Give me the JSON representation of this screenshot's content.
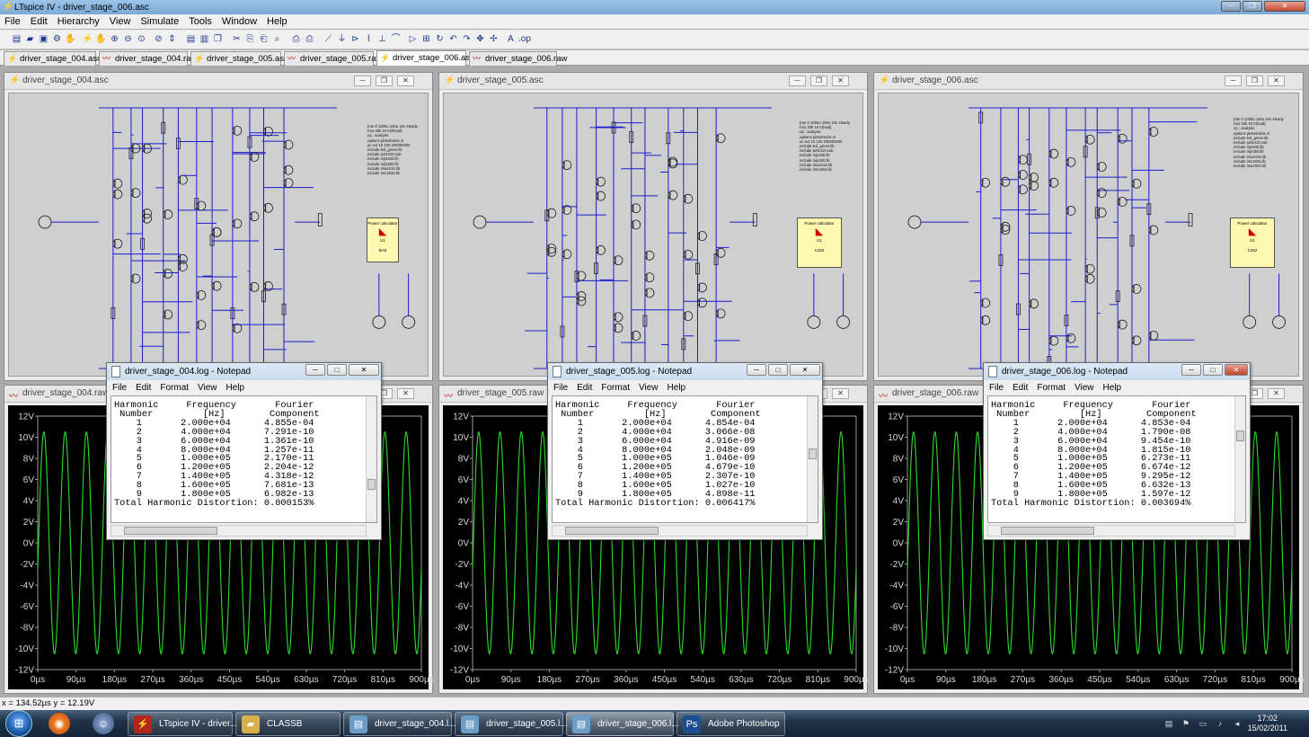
{
  "window": {
    "title": "LTspice IV - driver_stage_006.asc",
    "min": "─",
    "max": "❐",
    "close": "✕"
  },
  "menu": [
    "File",
    "Edit",
    "Hierarchy",
    "View",
    "Simulate",
    "Tools",
    "Window",
    "Help"
  ],
  "toolbar_icons": [
    "new-schematic-icon",
    "open-icon",
    "save-icon",
    "control-panel-icon",
    "pan-icon",
    "run-icon",
    "halt-icon",
    "zoom-in-icon",
    "zoom-out-icon",
    "zoom-fit-icon",
    "zoom-cancel-icon",
    "autorange-icon",
    "tile-horizontal-icon",
    "tile-vertical-icon",
    "cascade-icon",
    "cut-icon",
    "copy-icon",
    "paste-icon",
    "find-icon",
    "print-setup-icon",
    "print-icon",
    "wire-icon",
    "ground-icon",
    "label-icon",
    "resistor-icon",
    "capacitor-icon",
    "inductor-icon",
    "diode-icon",
    "component-icon",
    "rotate-icon",
    "undo-icon",
    "redo-icon",
    "move-icon",
    "drag-icon",
    "text-icon",
    "spice-directive-icon"
  ],
  "tabs": [
    {
      "label": "driver_stage_004.asc",
      "kind": "asc",
      "active": false
    },
    {
      "label": "driver_stage_004.raw",
      "kind": "raw",
      "active": false
    },
    {
      "label": "driver_stage_005.asc",
      "kind": "asc",
      "active": false
    },
    {
      "label": "driver_stage_005.raw",
      "kind": "raw",
      "active": false
    },
    {
      "label": "driver_stage_006.asc",
      "kind": "asc",
      "active": true
    },
    {
      "label": "driver_stage_006.raw",
      "kind": "raw",
      "active": false
    }
  ],
  "schematics": [
    {
      "title": "driver_stage_004.asc",
      "power_calc_label": "Power calculator",
      "part": "U1",
      "part_value": "BA5",
      "directives": [
        ".tran 0 1000u 100u 10n steady",
        ".four 20k 10 Ir(Rload)",
        ".op ; analysis",
        ".options plotwinsize=0",
        ".ac oct 10 100 200000000",
        ".include led_green.lib",
        ".include pzt4410.sub",
        ".include mjl4302.lib",
        ".include mjl1302.lib",
        ".include 2sa1015.lib",
        ".include 2sc1815.lib"
      ]
    },
    {
      "title": "driver_stage_005.asc",
      "power_calc_label": "Power calculator",
      "part": "U1",
      "part_value": "C262",
      "directives": [
        ".tran 0 1000u 100u 10n steady",
        ".four 20k 10 Ir(load)",
        ".op ; analysis",
        ".options plotwinsize=0",
        ".ac oct 10 100 200000000",
        ".include led_green.lib",
        ".include pzt4410.sub",
        ".include mje340.lib",
        ".include mje350.lib",
        ".include 2sa1015.lib",
        ".include 2sc1815.lib"
      ]
    },
    {
      "title": "driver_stage_006.asc",
      "power_calc_label": "Power calculator",
      "part": "U1",
      "part_value": "C262",
      "directives": [
        ".tran 0 1000u 100u 10n steady",
        ".four 20k 10 Ir(load)",
        ".op ; analysis",
        ".options plotwinsize=0",
        ".include led_green.lib",
        ".include pzt4410.sub",
        ".include mje340.lib",
        ".include mje350.lib",
        ".include 2sa1015.lib",
        ".include 2sc1815.lib",
        ".include 2sa1943.lib"
      ]
    }
  ],
  "waveforms": [
    {
      "title": "driver_stage_004.raw"
    },
    {
      "title": "driver_stage_005.raw"
    },
    {
      "title": "driver_stage_006.raw"
    }
  ],
  "wave_axis": {
    "y_ticks": [
      "12V",
      "10V",
      "8V",
      "6V",
      "4V",
      "2V",
      "0V",
      "-2V",
      "-4V",
      "-6V",
      "-8V",
      "-10V",
      "-12V"
    ],
    "x_ticks": [
      "0µs",
      "90µs",
      "180µs",
      "270µs",
      "360µs",
      "450µs",
      "540µs",
      "630µs",
      "720µs",
      "810µs",
      "900µs"
    ]
  },
  "chart_data": [
    {
      "type": "line",
      "title": "",
      "series": [
        {
          "name": "",
          "color": "#2bdc2b",
          "frequency_hz": 20000,
          "amplitude_v": 10.5,
          "offset_v": 0
        }
      ],
      "ylim": [
        -12,
        12
      ],
      "xlim": [
        0,
        900
      ],
      "x_unit": "µs"
    },
    {
      "type": "line",
      "title": "",
      "series": [
        {
          "name": "",
          "color": "#2bdc2b",
          "frequency_hz": 20000,
          "amplitude_v": 10.5,
          "offset_v": 0
        }
      ],
      "ylim": [
        -12,
        12
      ],
      "xlim": [
        0,
        900
      ],
      "x_unit": "µs"
    },
    {
      "type": "line",
      "title": "",
      "series": [
        {
          "name": "",
          "color": "#2bdc2b",
          "frequency_hz": 20000,
          "amplitude_v": 10.5,
          "offset_v": 0
        }
      ],
      "ylim": [
        -12,
        12
      ],
      "xlim": [
        0,
        900
      ],
      "x_unit": "µs"
    }
  ],
  "notepad_menu": [
    "File",
    "Edit",
    "Format",
    "View",
    "Help"
  ],
  "notepads": [
    {
      "title": "driver_stage_004.log - Notepad",
      "text": "Harmonic     Frequency       Fourier\n Number         [Hz]        Component\n    1       2.000e+04      4.855e-04\n    2       4.000e+04      7.291e-10\n    3       6.000e+04      1.361e-10\n    4       8.000e+04      1.257e-11\n    5       1.000e+05      2.170e-11\n    6       1.200e+05      2.204e-12\n    7       1.400e+05      4.318e-12\n    8       1.600e+05      7.681e-13\n    9       1.800e+05      6.982e-13\nTotal Harmonic Distortion: 0.000153%"
    },
    {
      "title": "driver_stage_005.log - Notepad",
      "text": "Harmonic     Frequency       Fourier\n Number         [Hz]        Component\n    1       2.000e+04      4.854e-04\n    2       4.000e+04      3.066e-08\n    3       6.000e+04      4.916e-09\n    4       8.000e+04      2.048e-09\n    5       1.000e+05      1.046e-09\n    6       1.200e+05      4.679e-10\n    7       1.400e+05      2.307e-10\n    8       1.600e+05      1.027e-10\n    9       1.800e+05      4.898e-11\nTotal Harmonic Distortion: 0.006417%"
    },
    {
      "title": "driver_stage_006.log - Notepad",
      "text": "Harmonic     Frequency       Fourier\n Number         [Hz]        Component\n    1       2.000e+04      4.853e-04\n    2       4.000e+04      1.790e-08\n    3       6.000e+04      9.454e-10\n    4       8.000e+04      1.815e-10\n    5       1.000e+05      6.273e-11\n    6       1.200e+05      6.674e-12\n    7       1.400e+05      9.295e-12\n    8       1.600e+05      6.632e-13\n    9       1.800e+05      1.597e-12\nTotal Harmonic Distortion: 0.003694%"
    }
  ],
  "status": "x = 134.52µs   y = 12.19V",
  "taskbar": {
    "items": [
      {
        "label": "LTspice IV - driver...",
        "icon": "ltspice-icon"
      },
      {
        "label": "CLASSB",
        "icon": "folder-icon"
      },
      {
        "label": "driver_stage_004.l...",
        "icon": "notepad-icon"
      },
      {
        "label": "driver_stage_005.l...",
        "icon": "notepad-icon"
      },
      {
        "label": "driver_stage_006.l...",
        "icon": "notepad-icon"
      },
      {
        "label": "Adobe Photoshop",
        "icon": "photoshop-icon"
      }
    ],
    "time": "17:02",
    "date": "15/02/2011"
  }
}
